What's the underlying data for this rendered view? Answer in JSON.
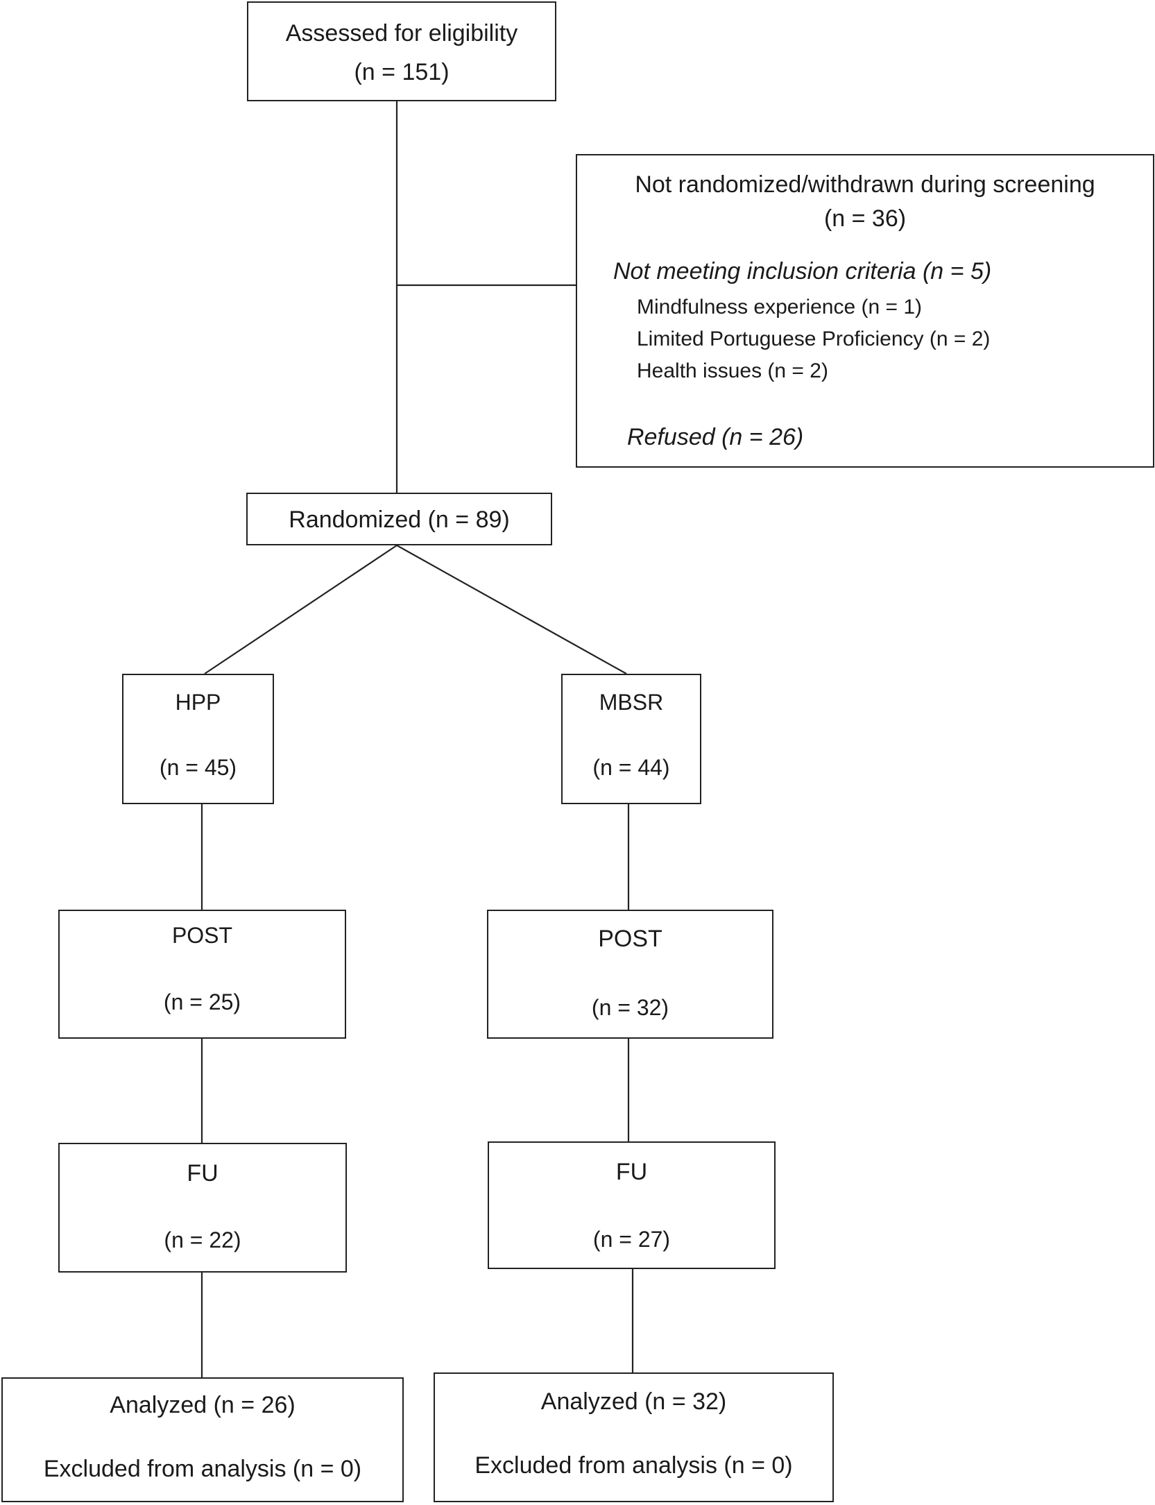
{
  "flowchart": {
    "assessed": {
      "title": "Assessed for eligibility",
      "count": "(n = 151)"
    },
    "excluded": {
      "title": "Not randomized/withdrawn during screening",
      "count": "(n = 36)",
      "criteria_heading": "Not meeting inclusion criteria (n = 5)",
      "reasons": [
        "Mindfulness experience (n = 1)",
        "Limited Portuguese Proficiency (n = 2)",
        "Health issues (n = 2)"
      ],
      "refused": "Refused (n = 26)"
    },
    "randomized": {
      "label": "Randomized (n = 89)"
    },
    "hpp": {
      "arm": {
        "label": "HPP",
        "count": "(n = 45)"
      },
      "post": {
        "label": "POST",
        "count": "(n = 25)"
      },
      "fu": {
        "label": "FU",
        "count": "(n = 22)"
      },
      "analysis": {
        "analyzed": "Analyzed (n = 26)",
        "excluded": "Excluded from analysis (n = 0)"
      }
    },
    "mbsr": {
      "arm": {
        "label": "MBSR",
        "count": "(n = 44)"
      },
      "post": {
        "label": "POST",
        "count": "(n = 32)"
      },
      "fu": {
        "label": "FU",
        "count": "(n = 27)"
      },
      "analysis": {
        "analyzed": "Analyzed (n = 32)",
        "excluded": "Excluded from analysis (n = 0)"
      }
    }
  }
}
